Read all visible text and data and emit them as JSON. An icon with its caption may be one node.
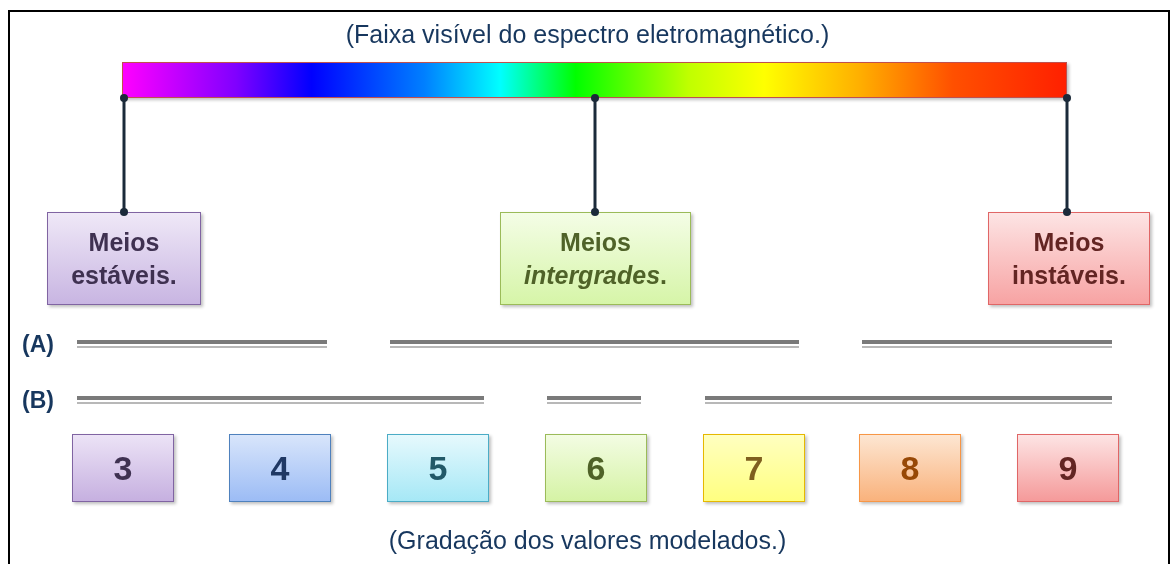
{
  "diagram": {
    "title": "(Faixa visível do espectro eletromagnético.)",
    "caption": "(Gradação dos valores modelados.)",
    "nodes": [
      {
        "text": [],
        "shape": "bar"
      },
      {
        "text": [
          "Meios estáveis."
        ]
      },
      {
        "text": [
          "Meios *intergrades*."
        ]
      },
      {
        "text": [
          "Meios instáveis."
        ]
      },
      {
        "text": [
          "3"
        ]
      },
      {
        "text": [
          "4"
        ]
      },
      {
        "text": [
          "5"
        ]
      },
      {
        "text": [
          "6"
        ]
      },
      {
        "text": [
          "7"
        ]
      },
      {
        "text": [
          "8"
        ]
      },
      {
        "text": [
          "9"
        ]
      }
    ],
    "edges": [
      {
        "from": 0,
        "to": 1,
        "arrow": "other"
      },
      {
        "from": 0,
        "to": 2,
        "arrow": "other"
      },
      {
        "from": 0,
        "to": 3,
        "arrow": "other"
      }
    ],
    "labels": [
      "(A)",
      "(B)"
    ]
  }
}
